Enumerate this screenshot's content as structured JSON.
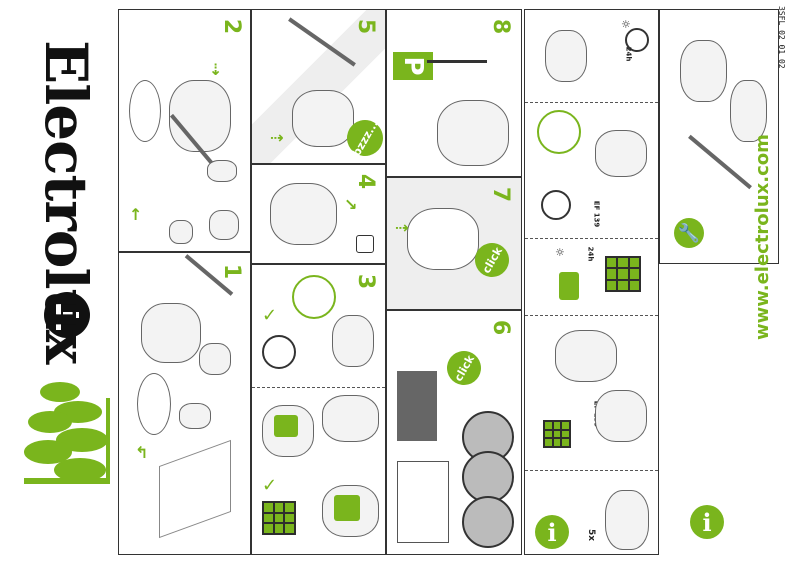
{
  "brand": {
    "name": "Electrolux",
    "logo_icon": "electrolux-logo-icon",
    "url": "www.electrolux.com"
  },
  "doc_code": "3SFL 02 01 02",
  "steps": [
    {
      "number": "1"
    },
    {
      "number": "2"
    },
    {
      "number": "3"
    },
    {
      "number": "4"
    },
    {
      "number": "5",
      "badge": "bzzz..."
    },
    {
      "number": "6",
      "badge": "click"
    },
    {
      "number": "7",
      "badge": "click"
    },
    {
      "number": "8",
      "parking_label": "P"
    }
  ],
  "filters": {
    "model_a": "EF 139",
    "model_b": "EF 139"
  },
  "maintenance": {
    "repeat_count": "5x",
    "hours_a": "24h",
    "hours_b": "24h"
  },
  "info_icon_label": "i",
  "colors": {
    "accent": "#7ab51d",
    "ink": "#222222"
  }
}
